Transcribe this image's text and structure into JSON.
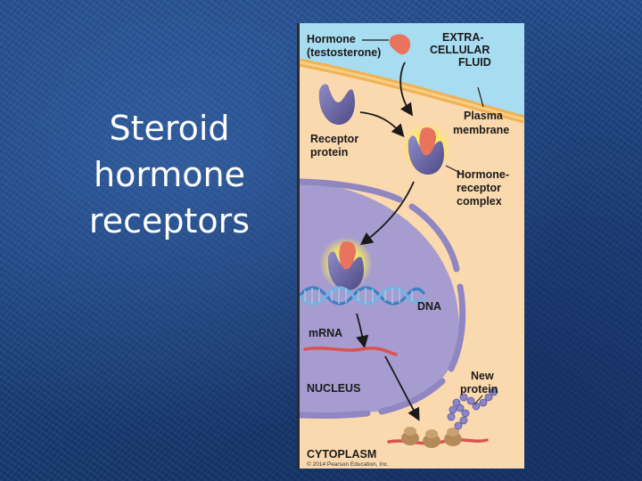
{
  "slide": {
    "title_lines": [
      "Steroid",
      "hormone",
      "receptors"
    ]
  },
  "figure": {
    "labels": {
      "hormone_1": "Hormone",
      "hormone_2": "(testosterone)",
      "extra_1": "EXTRA-",
      "extra_2": "CELLULAR",
      "extra_3": "FLUID",
      "plasma_1": "Plasma",
      "plasma_2": "membrane",
      "receptor_1": "Receptor",
      "receptor_2": "protein",
      "complex_1": "Hormone-",
      "complex_2": "receptor",
      "complex_3": "complex",
      "dna": "DNA",
      "mrna": "mRNA",
      "nucleus": "NUCLEUS",
      "newprotein_1": "New",
      "newprotein_2": "protein",
      "cytoplasm": "CYTOPLASM",
      "copyright": "© 2014 Pearson Education, Inc."
    },
    "colors": {
      "extracellular": "#a8dcf0",
      "cytoplasm": "#fbd9ae",
      "membrane": "#f0b254",
      "nucleus": "#a69ccf",
      "nuclear_envelope": "#8f86c2",
      "receptor": "#6e6aa8",
      "hormone": "#e8745e",
      "mrna": "#d9534f",
      "ribosome": "#b58a5a",
      "protein_chain": "#8c86c8"
    }
  }
}
